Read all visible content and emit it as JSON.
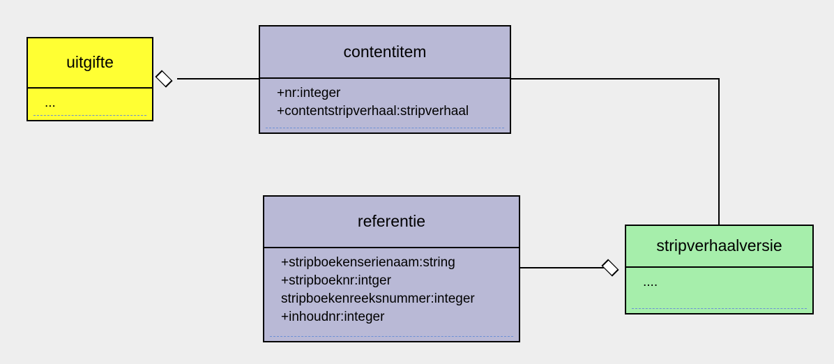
{
  "diagram": {
    "type": "uml-class-diagram",
    "background_color": "#eeeeee",
    "classes": [
      {
        "id": "uitgifte",
        "name": "uitgifte",
        "fill_color": "#ffff33",
        "attributes": [
          "..."
        ]
      },
      {
        "id": "contentitem",
        "name": "contentitem",
        "fill_color": "#b9b9d6",
        "attributes": [
          "+nr:integer",
          "+contentstripverhaal:stripverhaal"
        ]
      },
      {
        "id": "referentie",
        "name": "referentie",
        "fill_color": "#b9b9d6",
        "attributes": [
          "+stripboekenserienaam:string",
          "+stripboeknr:intger",
          "stripboekenreeksnummer:integer",
          "+inhoudnr:integer"
        ]
      },
      {
        "id": "stripverhaalversie",
        "name": "stripverhaalversie",
        "fill_color": "#a6eeab",
        "attributes": [
          "...."
        ]
      }
    ],
    "relations": [
      {
        "id": "uitgifte-contentitem",
        "from": "uitgifte",
        "to": "contentitem",
        "kind": "aggregation",
        "diamond_at": "uitgifte"
      },
      {
        "id": "contentitem-stripverhaalversie",
        "from": "contentitem",
        "to": "stripverhaalversie",
        "kind": "association",
        "diamond_at": "none"
      },
      {
        "id": "referentie-stripverhaalversie",
        "from": "referentie",
        "to": "stripverhaalversie",
        "kind": "aggregation",
        "diamond_at": "stripverhaalversie"
      }
    ],
    "separator_color": "#6b8fd6"
  }
}
